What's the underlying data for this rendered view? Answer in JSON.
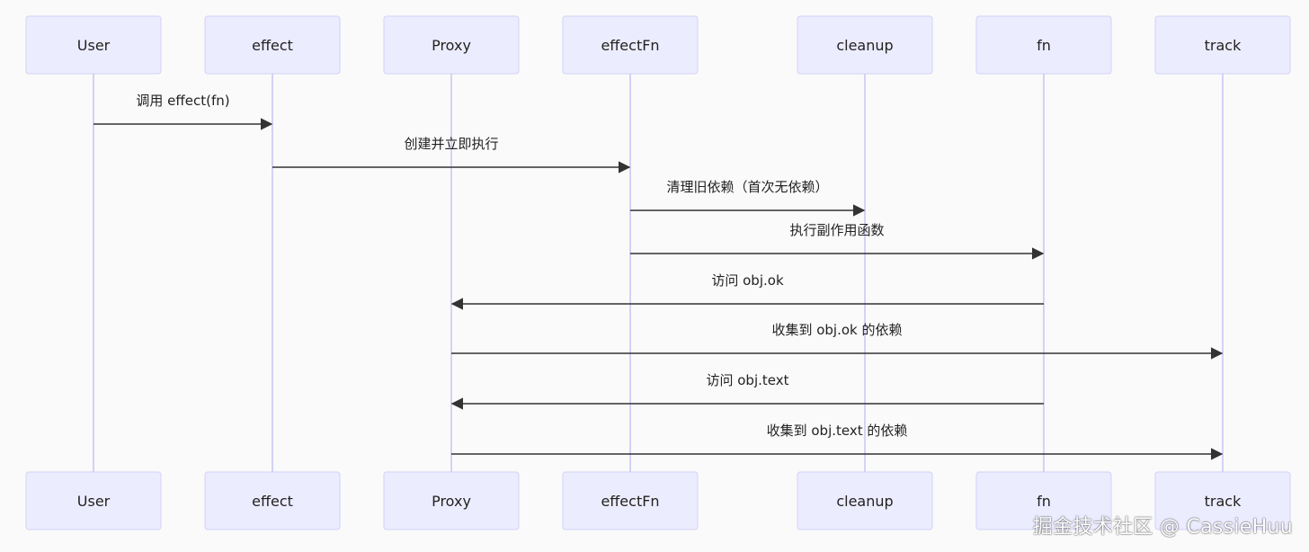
{
  "colors": {
    "background": "#fafafa",
    "box_fill": "#ececff",
    "box_stroke": "#d3d2f6",
    "lifeline": "#d3d2f6",
    "arrow": "#333333",
    "text": "#222222"
  },
  "participants": [
    {
      "id": "user",
      "label": "User"
    },
    {
      "id": "effect",
      "label": "effect"
    },
    {
      "id": "proxy",
      "label": "Proxy"
    },
    {
      "id": "effectfn",
      "label": "effectFn"
    },
    {
      "id": "cleanup",
      "label": "cleanup"
    },
    {
      "id": "fn",
      "label": "fn"
    },
    {
      "id": "track",
      "label": "track"
    }
  ],
  "messages": [
    {
      "from": "user",
      "to": "effect",
      "label": "调用 effect(fn)"
    },
    {
      "from": "effect",
      "to": "effectfn",
      "label": "创建并立即执行"
    },
    {
      "from": "effectfn",
      "to": "cleanup",
      "label": "清理旧依赖（首次无依赖）"
    },
    {
      "from": "effectfn",
      "to": "fn",
      "label": "执行副作用函数"
    },
    {
      "from": "fn",
      "to": "proxy",
      "label": "访问 obj.ok"
    },
    {
      "from": "proxy",
      "to": "track",
      "label": "收集到 obj.ok 的依赖"
    },
    {
      "from": "fn",
      "to": "proxy",
      "label": "访问 obj.text"
    },
    {
      "from": "proxy",
      "to": "track",
      "label": "收集到 obj.text 的依赖"
    }
  ],
  "watermark": "掘金技术社区 @ CassieHuu"
}
